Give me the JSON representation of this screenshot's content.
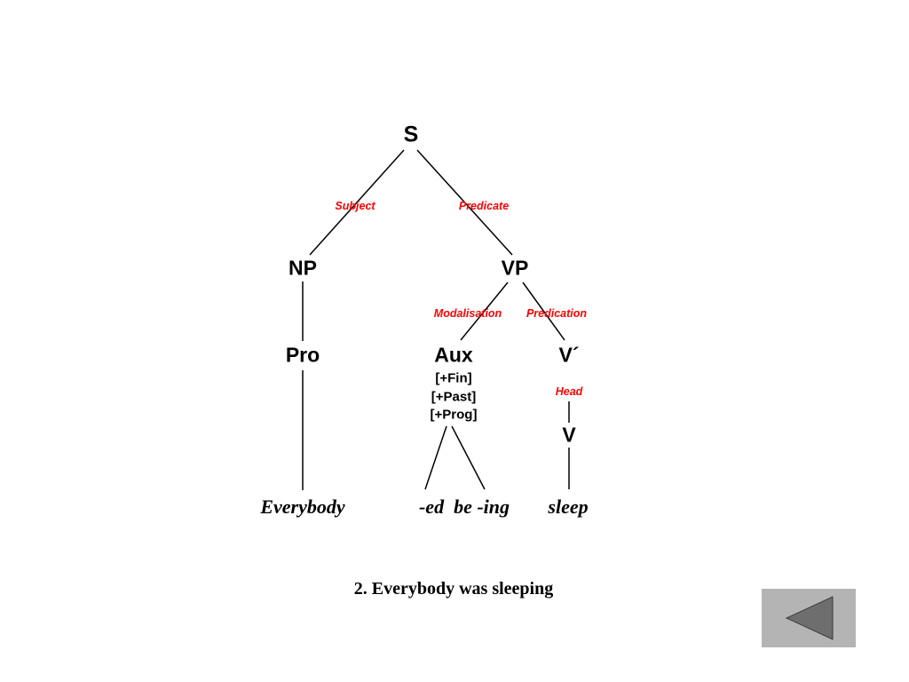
{
  "slide": {
    "background": "#ffffff",
    "line_color": "#000000",
    "accent_red": "#ff0000"
  },
  "tree": {
    "nodes": {
      "s": "S",
      "np": "NP",
      "vp": "VP",
      "pro": "Pro",
      "aux": "Aux",
      "aux_features": [
        "[+Fin]",
        "[+Past]",
        "[+Prog]"
      ],
      "vbar": "V´",
      "v": "V"
    },
    "edge_labels": {
      "subject": "Subject",
      "predicate": "Predicate",
      "modalisation": "Modalisation",
      "predication": "Predication",
      "head": "Head"
    },
    "terminals": {
      "everybody": "Everybody",
      "aux_terminal": "-ed  be -ing",
      "sleep": "sleep"
    }
  },
  "caption": "2. Everybody was sleeping",
  "nav": {
    "back_icon": "back-triangle-icon",
    "button_bg": "#b4b4b4",
    "triangle_color": "#6e6e6e"
  }
}
